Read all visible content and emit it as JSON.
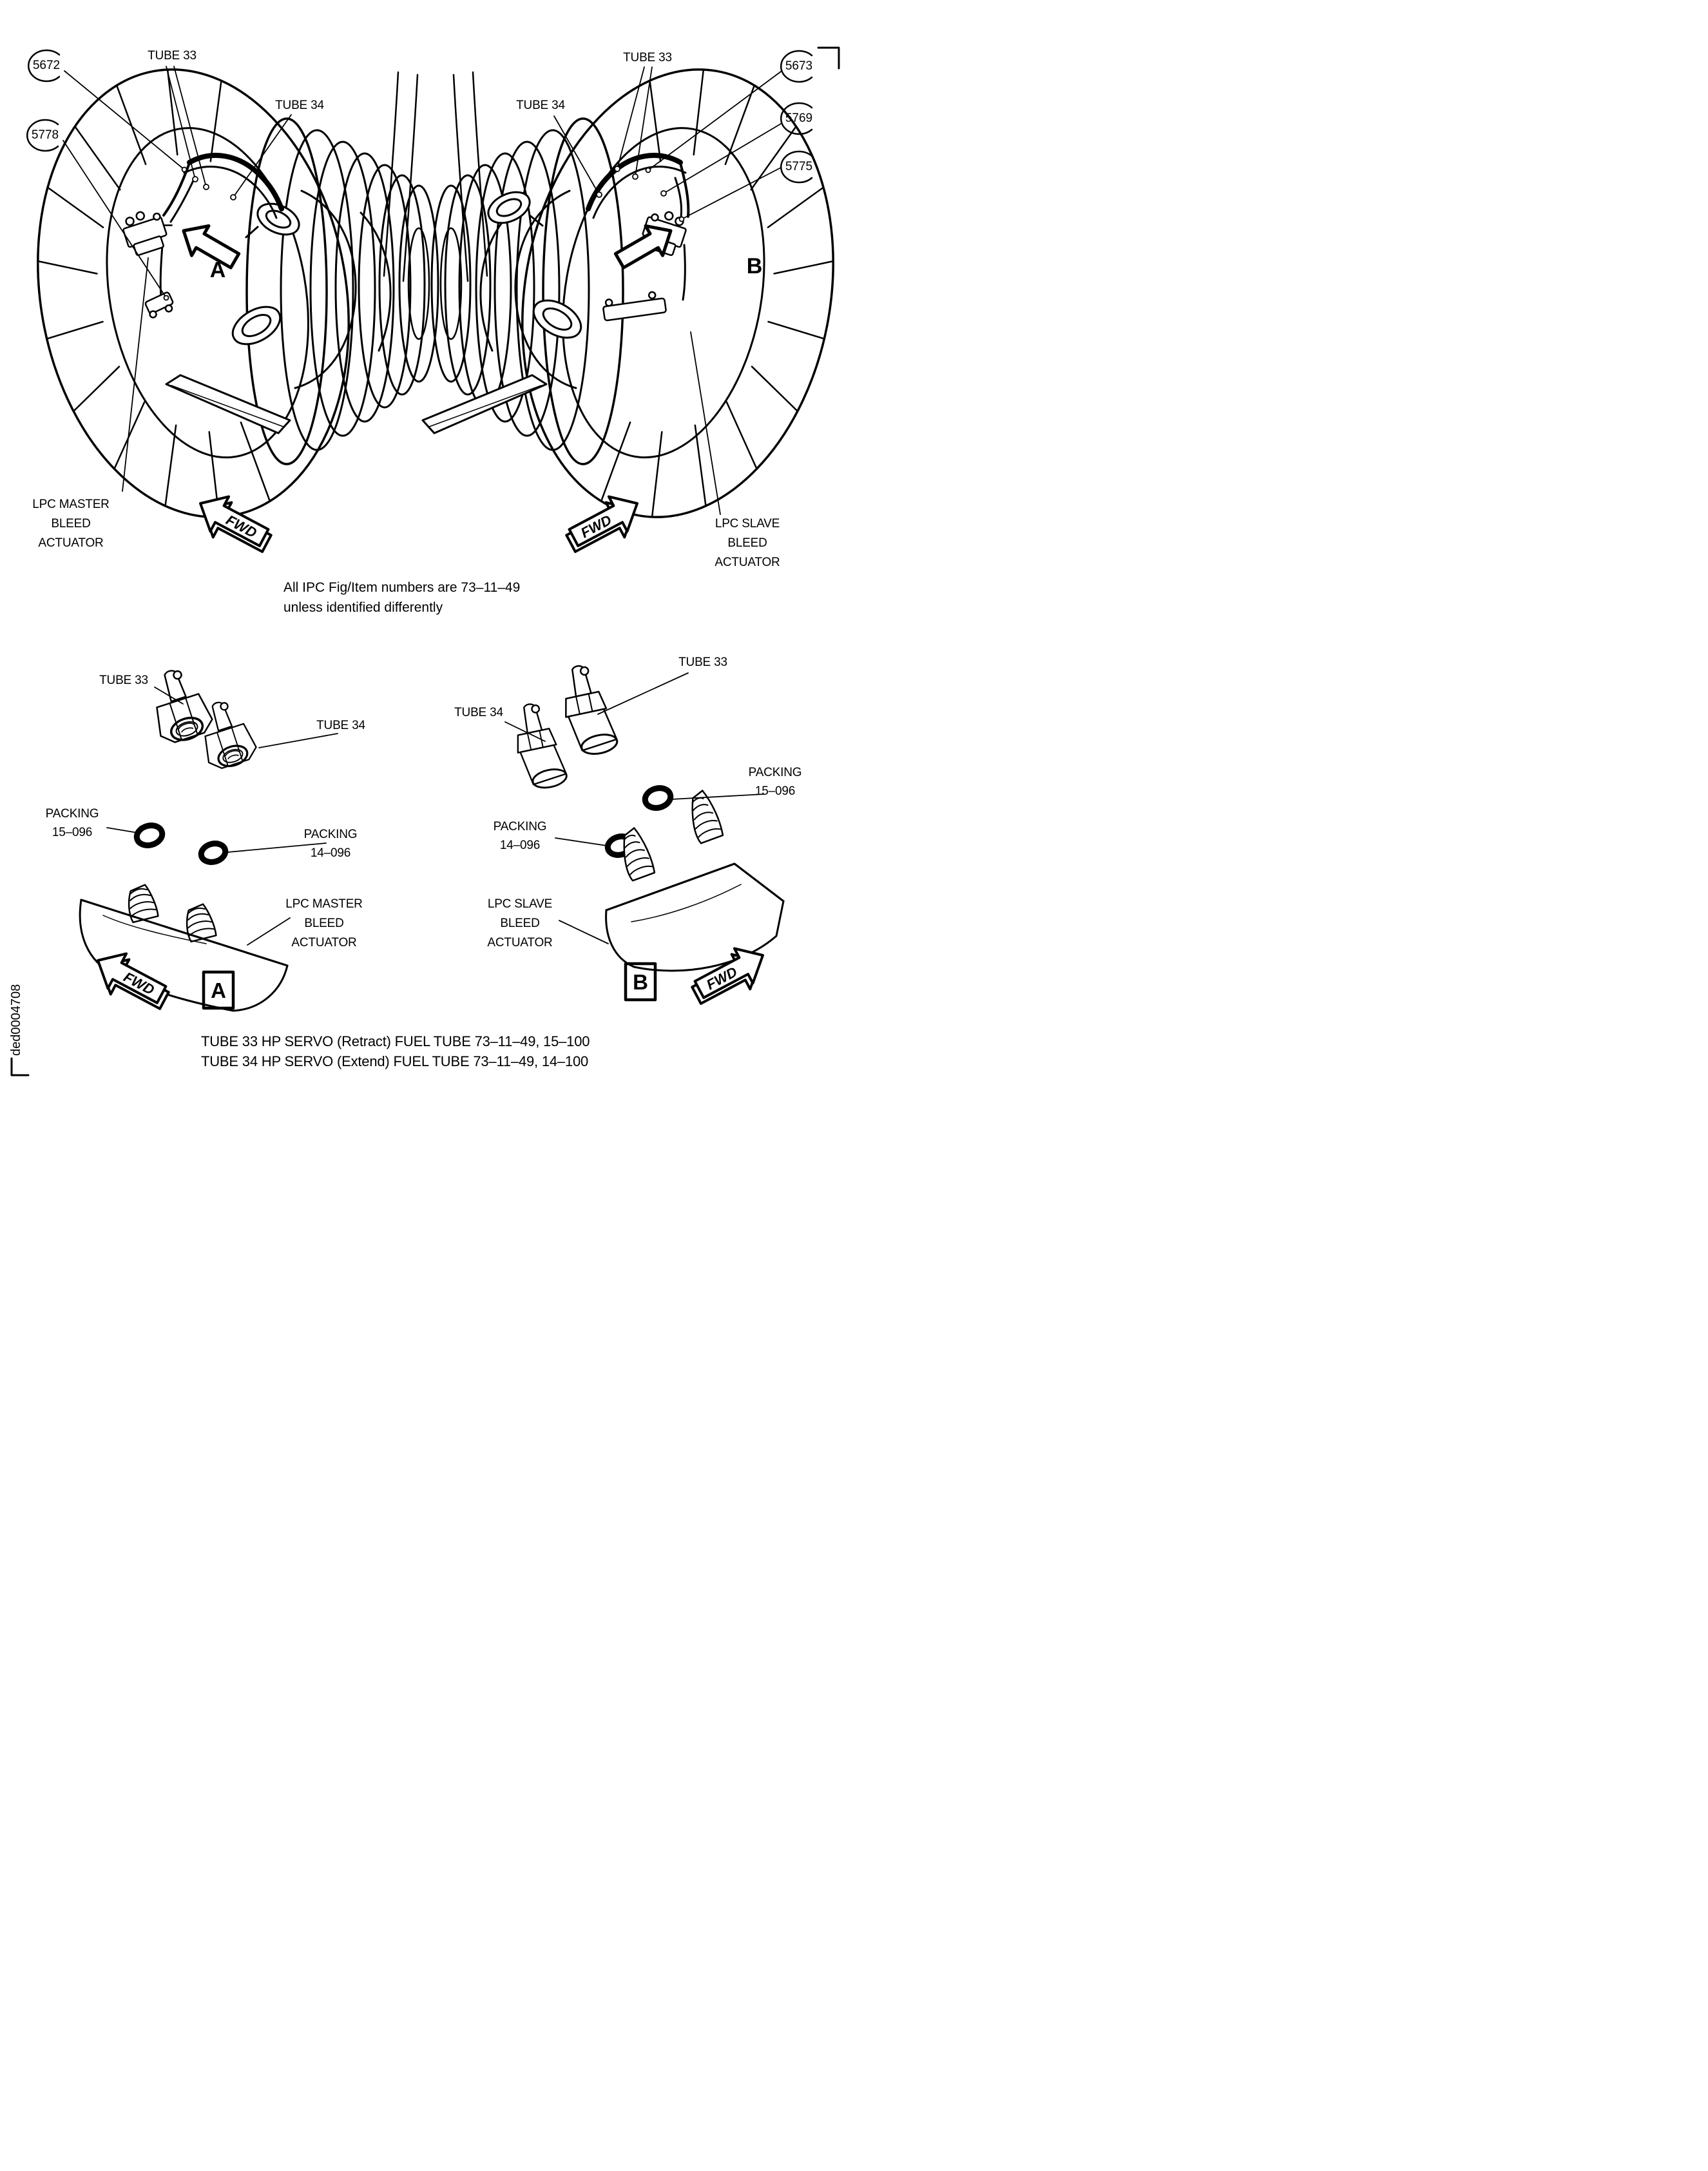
{
  "page": {
    "paper_color": "#ffffff",
    "ink_color": "#000000"
  },
  "doc_code": "ded0004708",
  "note": {
    "line1": "All IPC Fig/Item numbers are 73–11–49",
    "line2": "unless identified differently"
  },
  "captions": {
    "line1": "TUBE 33 HP SERVO (Retract) FUEL TUBE 73–11–49, 15–100",
    "line2": "TUBE 34 HP SERVO (Extend) FUEL TUBE 73–11–49, 14–100"
  },
  "view_a": {
    "callouts": {
      "item_5672": "5672",
      "item_5778": "5778"
    },
    "tube33_label": "TUBE 33",
    "tube34_label": "TUBE 34",
    "actuator_label": {
      "line1": "LPC MASTER",
      "line2": "BLEED",
      "line3": "ACTUATOR"
    },
    "fwd_label": "FWD",
    "detail_arrow_letter": "A"
  },
  "view_b": {
    "callouts": {
      "item_5673": "5673",
      "item_5769": "5769",
      "item_5775": "5775"
    },
    "tube33_label": "TUBE 33",
    "tube34_label": "TUBE 34",
    "actuator_label": {
      "line1": "LPC SLAVE",
      "line2": "BLEED",
      "line3": "ACTUATOR"
    },
    "fwd_label": "FWD",
    "detail_arrow_letter": "B"
  },
  "detail_a": {
    "box_letter": "A",
    "tube33_label": "TUBE 33",
    "tube34_label": "TUBE 34",
    "packing_15": {
      "line1": "PACKING",
      "line2": "15–096"
    },
    "packing_14": {
      "line1": "PACKING",
      "line2": "14–096"
    },
    "actuator_label": {
      "line1": "LPC MASTER",
      "line2": "BLEED",
      "line3": "ACTUATOR"
    },
    "fwd_label": "FWD"
  },
  "detail_b": {
    "box_letter": "B",
    "tube33_label": "TUBE 33",
    "tube34_label": "TUBE 34",
    "packing_15": {
      "line1": "PACKING",
      "line2": "15–096"
    },
    "packing_14": {
      "line1": "PACKING",
      "line2": "14–096"
    },
    "actuator_label": {
      "line1": "LPC SLAVE",
      "line2": "BLEED",
      "line3": "ACTUATOR"
    },
    "fwd_label": "FWD"
  }
}
